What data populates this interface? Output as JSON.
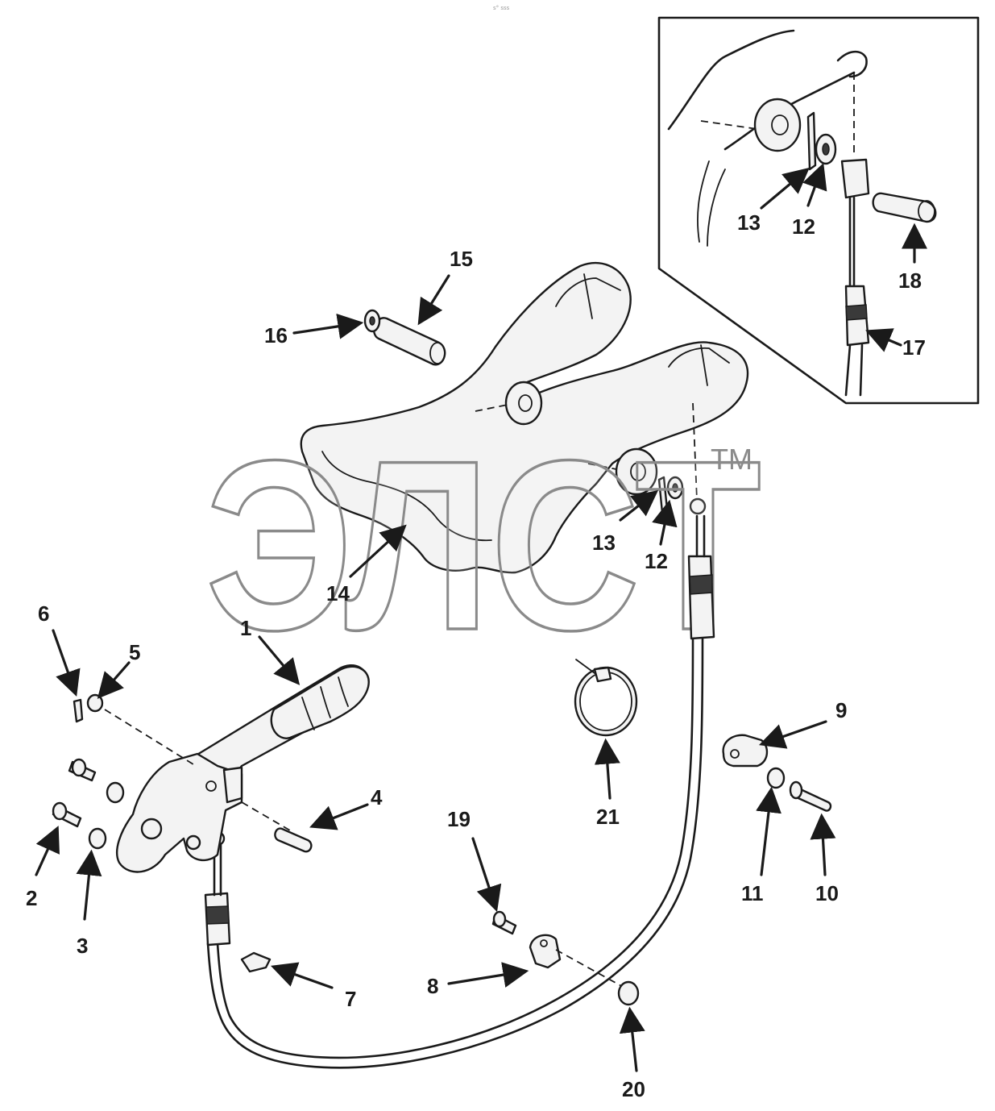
{
  "header": {
    "code": "s° sss"
  },
  "watermark": {
    "text": "ЭЛСТ",
    "tm": "TM"
  },
  "callouts": [
    {
      "id": "1",
      "label": "1"
    },
    {
      "id": "2",
      "label": "2"
    },
    {
      "id": "3",
      "label": "3"
    },
    {
      "id": "4",
      "label": "4"
    },
    {
      "id": "5",
      "label": "5"
    },
    {
      "id": "6",
      "label": "6"
    },
    {
      "id": "7",
      "label": "7"
    },
    {
      "id": "8",
      "label": "8"
    },
    {
      "id": "9",
      "label": "9"
    },
    {
      "id": "10",
      "label": "10"
    },
    {
      "id": "11",
      "label": "11"
    },
    {
      "id": "12",
      "label": "12"
    },
    {
      "id": "12b",
      "label": "12"
    },
    {
      "id": "13",
      "label": "13"
    },
    {
      "id": "13b",
      "label": "13"
    },
    {
      "id": "14",
      "label": "14"
    },
    {
      "id": "15",
      "label": "15"
    },
    {
      "id": "16",
      "label": "16"
    },
    {
      "id": "17",
      "label": "17"
    },
    {
      "id": "18",
      "label": "18"
    },
    {
      "id": "19",
      "label": "19"
    },
    {
      "id": "20",
      "label": "20"
    },
    {
      "id": "21",
      "label": "21"
    }
  ]
}
